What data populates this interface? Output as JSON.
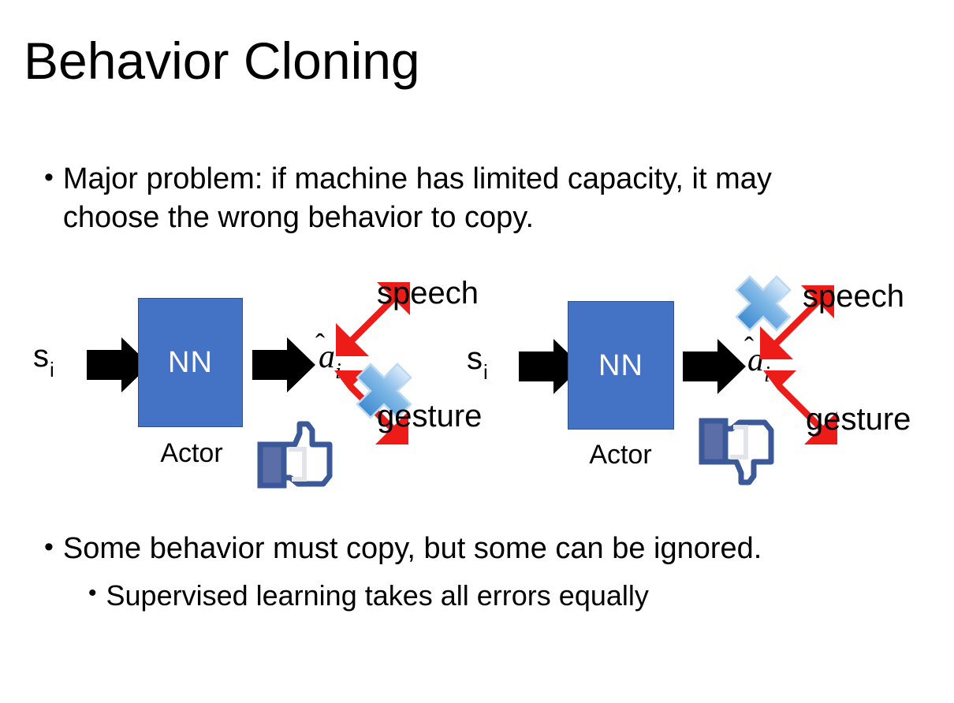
{
  "slide": {
    "title": "Behavior Cloning",
    "background_color": "#FFFFFF",
    "text_color": "#000000"
  },
  "bullets": {
    "top": {
      "marker": "•",
      "text": "Major problem: if machine has limited capacity, it may choose the wrong behavior to copy."
    },
    "bottom_1": {
      "marker": "•",
      "text": "Some behavior must copy, but some can be ignored."
    },
    "bottom_2": {
      "marker": "•",
      "text": "Supervised learning takes all errors equally"
    }
  },
  "colors": {
    "nn_fill": "#4472C4",
    "nn_border": "#2F528F",
    "nn_text": "#FFFFFF",
    "arrow_black": "#000000",
    "arrow_red": "#EE1C19",
    "x_blue_light": "#CFE4F7",
    "x_blue_mid": "#6FAEE2",
    "x_blue_dark": "#3B87CF",
    "thumb_outline": "#3B5998",
    "thumb_fill": "#FFFFFF",
    "thumb_cuff": "#5B6EA8"
  },
  "diagrams": [
    {
      "id": "left",
      "state_label": "s",
      "state_subscript": "i",
      "nn_label": "NN",
      "nn_caption": "Actor",
      "action_label": "a",
      "action_subscript": "i",
      "action_hat": "̂",
      "branches": [
        {
          "name": "speech",
          "label": "speech",
          "direction": "up-right",
          "crossed_out": false
        },
        {
          "name": "gesture",
          "label": "gesture",
          "direction": "down-right",
          "crossed_out": true
        }
      ],
      "feedback_icon": "thumbs-up",
      "feedback_meaning": "good"
    },
    {
      "id": "right",
      "state_label": "s",
      "state_subscript": "i",
      "nn_label": "NN",
      "nn_caption": "Actor",
      "action_label": "a",
      "action_subscript": "i",
      "action_hat": "̂",
      "branches": [
        {
          "name": "speech",
          "label": "speech",
          "direction": "up-right",
          "crossed_out": true
        },
        {
          "name": "gesture",
          "label": "gesture",
          "direction": "down-right",
          "crossed_out": false
        }
      ],
      "feedback_icon": "thumbs-down",
      "feedback_meaning": "bad"
    }
  ]
}
